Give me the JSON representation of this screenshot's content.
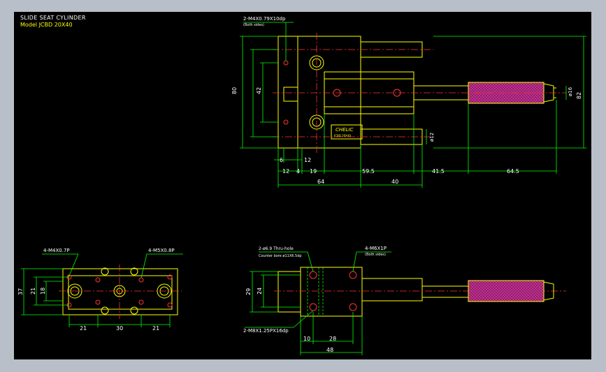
{
  "header": {
    "title": "SLIDE SEAT CYLINDER",
    "model": "Model  JCBD 20X40"
  },
  "colors": {
    "background": "#000000",
    "outline": "#ffff00",
    "dimension": "#00ff00",
    "centerline": "#ff0000",
    "holes": "#ff3333",
    "knob": "#cc3399",
    "border": "#b8bfc8"
  },
  "top_view": {
    "callout_tap": "2-M4X0.79X10dp",
    "callout_tap_note": "(Both sides)",
    "brand": "CHELIC",
    "brand_sub": "JCBD 20X40",
    "dim_80": "80",
    "dim_42": "42",
    "dim_82": "82",
    "dia_16": "ø16",
    "dia_12": "ø12",
    "dim_6": "6",
    "dim_12a": "12",
    "dim_12b": "12",
    "dim_4": "4",
    "dim_19": "19",
    "dim_59_5": "59.5",
    "dim_41_5": "41.5",
    "dim_64_5": "64.5",
    "dim_64": "64",
    "dim_40": "40"
  },
  "end_view": {
    "callout_m4": "4-M4X0.7P",
    "callout_m5": "4-M5X0.8P",
    "dim_37": "37",
    "dim_21v": "21",
    "dim_18": "18",
    "dim_21a": "21",
    "dim_30": "30",
    "dim_21b": "21"
  },
  "side_view": {
    "callout_hole": "2-ø6.9  Thru-hole",
    "callout_counter": "Counter bore  ø11X6.5dp",
    "callout_m6": "4-M6X1P",
    "callout_m6_note": "(Both sides)",
    "callout_m8": "2-M8X1.25PX16dp",
    "dim_29": "29",
    "dim_24": "24",
    "dim_10": "10",
    "dim_28": "28",
    "dim_48": "48"
  }
}
